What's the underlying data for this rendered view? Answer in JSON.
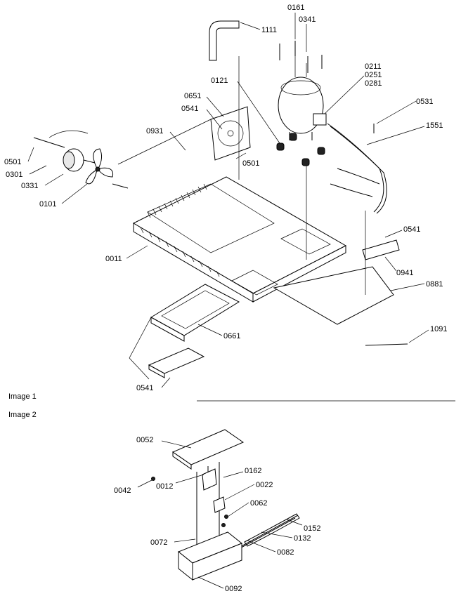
{
  "captions": {
    "image1": "Image 1",
    "image2": "Image 2"
  },
  "callouts": {
    "p0161": "0161",
    "p0341": "0341",
    "p1111": "1111",
    "p0211": "0211",
    "p0251": "0251",
    "p0281": "0281",
    "p0121": "0121",
    "p0531": "0531",
    "p0651": "0651",
    "p0541a": "0541",
    "p1551": "1551",
    "p0931": "0931",
    "p0501a": "0501",
    "p0501b": "0501",
    "p0301": "0301",
    "p0331": "0331",
    "p0101": "0101",
    "p0541b": "0541",
    "p0011": "0011",
    "p0941": "0941",
    "p0881": "0881",
    "p0661": "0661",
    "p1091": "1091",
    "p0541c": "0541",
    "p0052": "0052",
    "p0162": "0162",
    "p0042": "0042",
    "p0012": "0012",
    "p0022": "0022",
    "p0062": "0062",
    "p0152": "0152",
    "p0072": "0072",
    "p0132": "0132",
    "p0082": "0082",
    "p0092": "0092"
  }
}
